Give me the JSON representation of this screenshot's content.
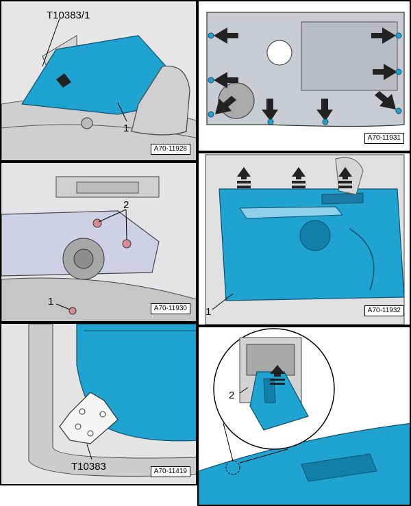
{
  "panels": [
    {
      "ref": "A70-11928",
      "labels": {
        "tool": "T10383/1",
        "item1": "1"
      }
    },
    {
      "ref": "A70-11931"
    },
    {
      "ref": "A70-11930",
      "labels": {
        "item2": "2",
        "item1": "1"
      }
    },
    {
      "ref": "A70-11932",
      "labels": {
        "item1": "1"
      }
    },
    {
      "ref": "A70-11419",
      "labels": {
        "tool": "T10383"
      }
    },
    {
      "labels": {
        "item2": "2"
      }
    }
  ],
  "colors": {
    "panel_blue": "#1fa3d0",
    "panel_bg": "#e9e9e9",
    "inner_grey": "#c9ccd3"
  }
}
